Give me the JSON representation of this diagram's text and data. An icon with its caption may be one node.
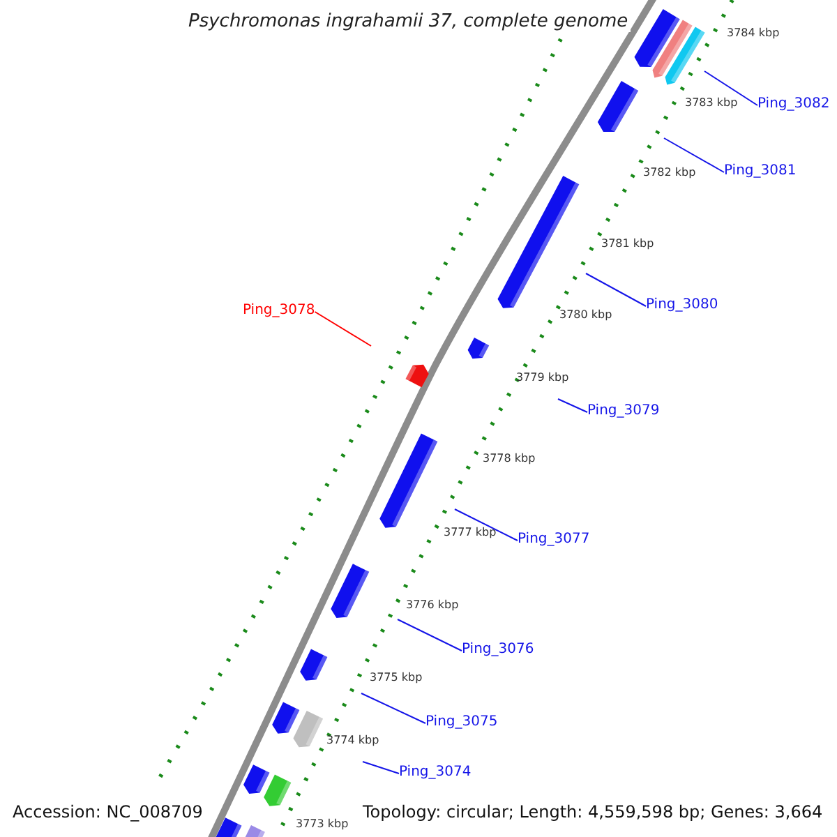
{
  "diagram": {
    "title": "Psychromonas ingrahamii 37, complete genome",
    "nodes": [
      {
        "text": [
          "Ping_3082"
        ]
      },
      {
        "text": [
          "Ping_3081"
        ]
      },
      {
        "text": [
          "Ping_3078"
        ]
      },
      {
        "text": [
          "Ping_3080"
        ]
      },
      {
        "text": [
          "Ping_3079"
        ]
      },
      {
        "text": [
          "Ping_3077"
        ]
      },
      {
        "text": [
          "Ping_3076"
        ]
      },
      {
        "text": [
          "Ping_3075"
        ]
      },
      {
        "text": [
          "Ping_3074"
        ]
      }
    ],
    "edges": [
      {
        "from": 0,
        "to": null,
        "arrow": "none"
      },
      {
        "from": 1,
        "to": null,
        "arrow": "none"
      },
      {
        "from": 2,
        "to": null,
        "arrow": "none",
        "color": "#ff0000"
      },
      {
        "from": 3,
        "to": null,
        "arrow": "none"
      },
      {
        "from": 4,
        "to": null,
        "arrow": "none"
      },
      {
        "from": 5,
        "to": null,
        "arrow": "none"
      },
      {
        "from": 6,
        "to": null,
        "arrow": "none"
      },
      {
        "from": 7,
        "to": null,
        "arrow": "none"
      },
      {
        "from": 8,
        "to": null,
        "arrow": "none"
      }
    ],
    "labels": [
      "3784 kbp",
      "3783 kbp",
      "3782 kbp",
      "3781 kbp",
      "3780 kbp",
      "3779 kbp",
      "3778 kbp",
      "3777 kbp",
      "3776 kbp",
      "3775 kbp",
      "3774 kbp",
      "3773 kbp",
      "Accession: NC_008709",
      "Topology: circular; Length: 4,559,598 bp; Genes: 3,664"
    ]
  }
}
